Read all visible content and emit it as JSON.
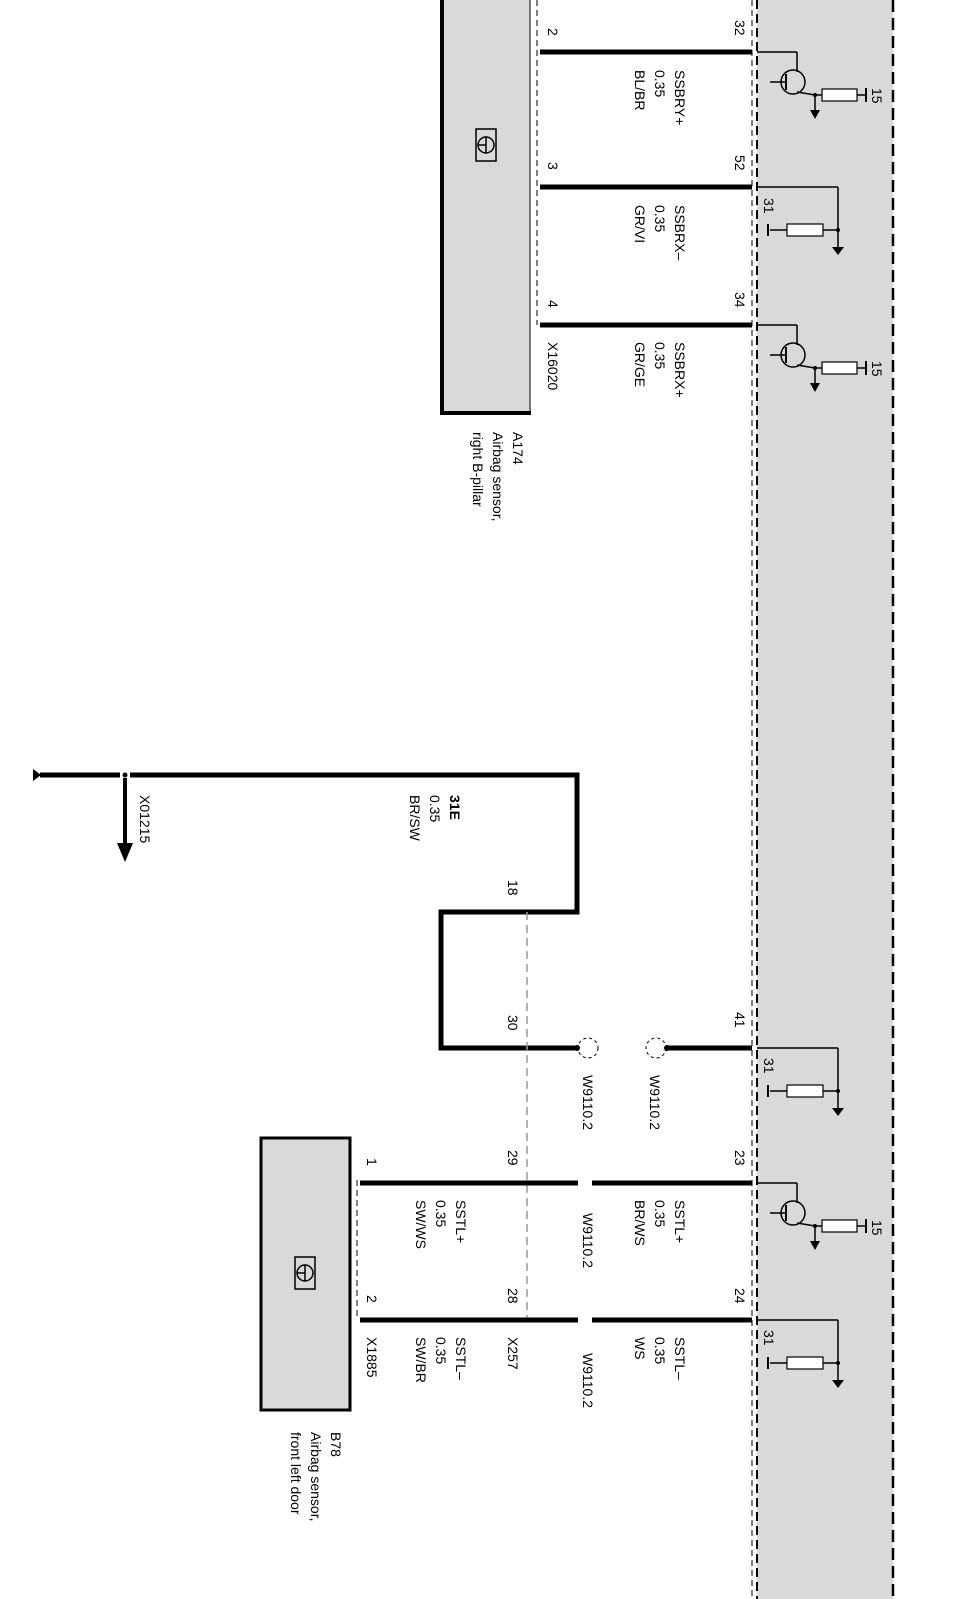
{
  "colors": {
    "unit_fill": "#d9d9d9",
    "wire": "#000000",
    "screen_dash": "#888888"
  },
  "components": {
    "a174": {
      "id": "A174",
      "line1": "Airbag sensor,",
      "line2": "right B-pillar",
      "connector": "X16020",
      "icon": "airbag-sensor-icon"
    },
    "b78": {
      "id": "B78",
      "line1": "Airbag sensor,",
      "line2": "front left door",
      "connector": "X1885",
      "icon": "airbag-sensor-icon"
    }
  },
  "wires": [
    {
      "signal": "SSBRY+",
      "size": "0.35",
      "color": "BL/BR",
      "pin_sensor": "2",
      "pin_unit": "32"
    },
    {
      "signal": "SSBRX–",
      "size": "0.35",
      "color": "GR/VI",
      "pin_sensor": "3",
      "pin_unit": "52"
    },
    {
      "signal": "SSBRX+",
      "size": "0.35",
      "color": "GR/GE",
      "pin_sensor": "4",
      "pin_unit": "34"
    },
    {
      "signal": "SSTL+",
      "size": "0.35",
      "color": "BR/WS",
      "pin_unit": "23",
      "pin_inline": "29"
    },
    {
      "signal": "SSTL–",
      "size": "0.35",
      "color": "WS",
      "pin_unit": "24",
      "pin_inline": "28"
    },
    {
      "signal": "SSTL+",
      "size": "0.35",
      "color": "SW/WS",
      "pin_sensor": "1"
    },
    {
      "signal": "SSTL–",
      "size": "0.35",
      "color": "SW/BR",
      "pin_sensor": "2"
    }
  ],
  "ground_wire": {
    "signal": "31E",
    "size": "0.35",
    "color": "BR/SW",
    "pin_a": "18",
    "pin_b": "30",
    "pin_unit": "41",
    "ref": "X01215"
  },
  "inline_connector": "X257",
  "splice_labels": [
    "W9110.2",
    "W9110.2",
    "W9110.2",
    "W9110.2"
  ],
  "internal": {
    "supply": "15",
    "ground": "31"
  }
}
